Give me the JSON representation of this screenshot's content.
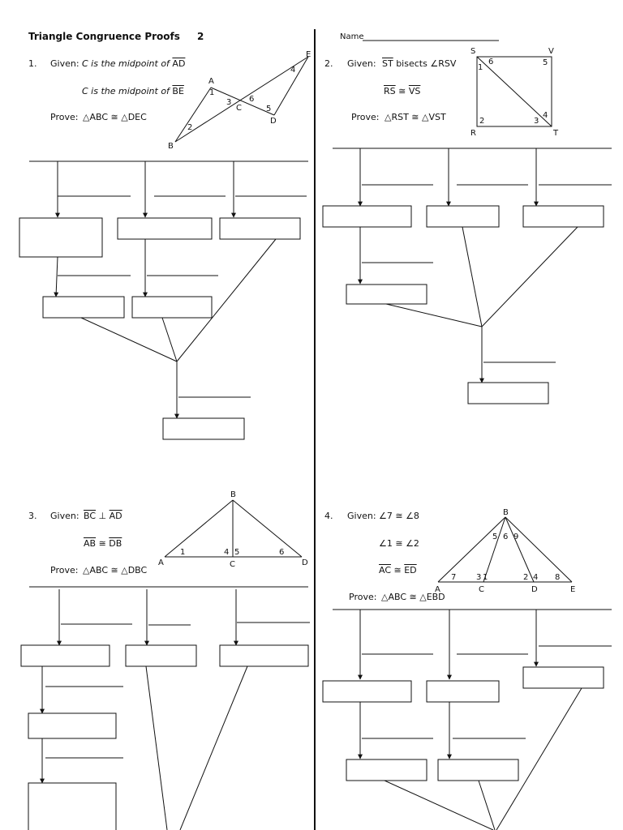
{
  "header": {
    "title": "Triangle Congruence Proofs",
    "page_num": "2",
    "name_label": "Name"
  },
  "p1": {
    "num": "1.",
    "given_label": "Given:",
    "g1_pre": "C is the midpoint of",
    "g1_seg": "AD",
    "g2_pre": "C is the midpoint of",
    "g2_seg": "BE",
    "prove_label": "Prove:",
    "prove": "△ABC ≅ △DEC",
    "pts": {
      "A": "A",
      "B": "B",
      "C": "C",
      "D": "D",
      "E": "E"
    },
    "angles": [
      "1",
      "2",
      "3",
      "4",
      "5",
      "6"
    ]
  },
  "p2": {
    "num": "2.",
    "given_label": "Given:",
    "g1_seg": "ST",
    "g1_post": "bisects ∠RSV",
    "g2_seg1": "RS",
    "g2_rel": "≅",
    "g2_seg2": "VS",
    "prove_label": "Prove:",
    "prove": "△RST ≅ △VST",
    "pts": {
      "S": "S",
      "V": "V",
      "R": "R",
      "T": "T"
    },
    "angles": [
      "1",
      "2",
      "3",
      "4",
      "5",
      "6"
    ]
  },
  "p3": {
    "num": "3.",
    "given_label": "Given:",
    "g1_seg1": "BC",
    "g1_rel": "⊥",
    "g1_seg2": "AD",
    "g2_seg1": "AB",
    "g2_rel": "≅",
    "g2_seg2": "DB",
    "prove_label": "Prove:",
    "prove": "△ABC ≅ △DBC",
    "pts": {
      "A": "A",
      "B": "B",
      "C": "C",
      "D": "D"
    },
    "angles": [
      "1",
      "4",
      "5",
      "6"
    ]
  },
  "p4": {
    "num": "4.",
    "given_label": "Given:",
    "g1": "∠7 ≅ ∠8",
    "g2": "∠1 ≅ ∠2",
    "g3_seg1": "AC",
    "g3_rel": "≅",
    "g3_seg2": "ED",
    "prove_label": "Prove:",
    "prove": "△ABC ≅ △EBD",
    "pts": {
      "A": "A",
      "B": "B",
      "C": "C",
      "D": "D",
      "E": "E"
    },
    "angles": [
      "1",
      "2",
      "3",
      "4",
      "5",
      "6",
      "7",
      "8",
      "9"
    ]
  }
}
